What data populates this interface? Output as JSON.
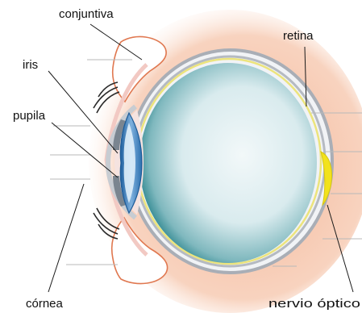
{
  "diagram": {
    "labels": {
      "conjuntiva": "conjuntiva",
      "retina": "retina",
      "iris": "iris",
      "pupila": "pupila",
      "cornea": "córnea",
      "nervio_optico": "nervio óptico"
    },
    "colors": {
      "socket": "#f6c6ad",
      "sclera": "#f1f3f6",
      "retina_line": "#e9e27a",
      "choroid": "#b2b7bf",
      "vitreous_outer": "#1e7d86",
      "vitreous_inner": "#eaf4f6",
      "iris": "#7a8590",
      "lens": "#2f6fb0",
      "eyelid": "#ffffff",
      "eyelid_outline": "#e0744f",
      "optic_disc": "#f2e21c"
    }
  }
}
